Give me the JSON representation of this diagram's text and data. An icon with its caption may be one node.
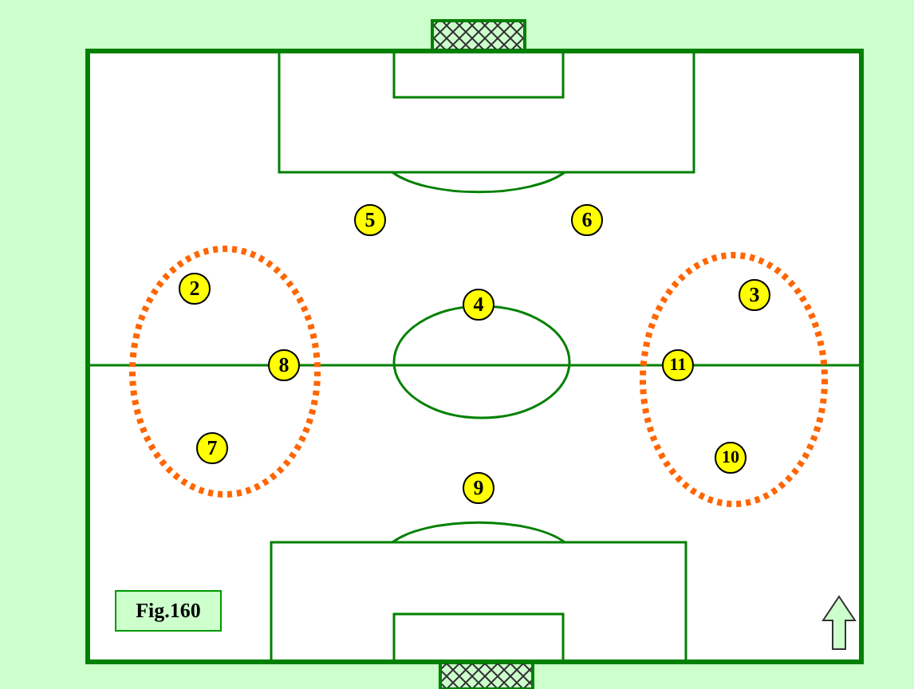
{
  "diagram": {
    "nodes": [
      {
        "text": [
          "5"
        ]
      },
      {
        "text": [
          "6"
        ]
      },
      {
        "text": [
          "2"
        ]
      },
      {
        "text": [
          "4"
        ]
      },
      {
        "text": [
          "3"
        ]
      },
      {
        "text": [
          "8"
        ]
      },
      {
        "text": [
          "11"
        ]
      },
      {
        "text": [
          "7"
        ]
      },
      {
        "text": [
          "10"
        ]
      },
      {
        "text": [
          "9"
        ]
      },
      {
        "text": [
          "Fig.160"
        ]
      }
    ]
  }
}
